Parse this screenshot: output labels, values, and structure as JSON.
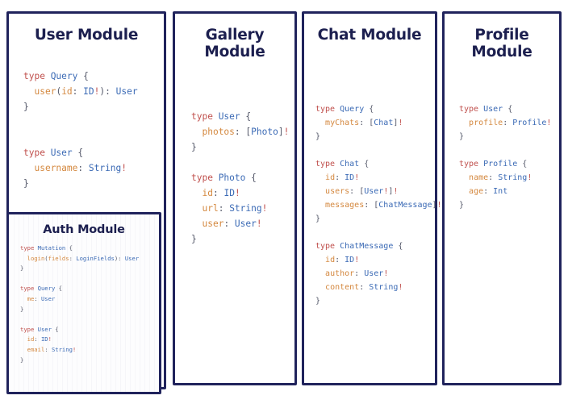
{
  "page": {
    "background": "#ffffff",
    "border_color": "#20235c",
    "title_color": "#1c1f4f",
    "token_colors": {
      "keyword": "#c0504d",
      "type_name": "#3b6ab5",
      "field_name": "#d4883f",
      "punctuation": "#55596a",
      "non_null": "#c0504d"
    }
  },
  "cards": {
    "user": {
      "title": "User Module",
      "lines": [
        [
          {
            "t": "type ",
            "c": "kw"
          },
          {
            "t": "Query",
            "c": "type"
          },
          {
            "t": " {",
            "c": "punc"
          }
        ],
        [
          {
            "t": "  ",
            "c": "punc"
          },
          {
            "t": "user",
            "c": "field"
          },
          {
            "t": "(",
            "c": "punc"
          },
          {
            "t": "id",
            "c": "field"
          },
          {
            "t": ": ",
            "c": "punc"
          },
          {
            "t": "ID",
            "c": "type"
          },
          {
            "t": "!",
            "c": "bang"
          },
          {
            "t": "): ",
            "c": "punc"
          },
          {
            "t": "User",
            "c": "type"
          }
        ],
        [
          {
            "t": "}",
            "c": "punc"
          }
        ],
        [
          {
            "t": "",
            "c": "punc"
          }
        ],
        [
          {
            "t": "",
            "c": "punc"
          }
        ],
        [
          {
            "t": "type ",
            "c": "kw"
          },
          {
            "t": "User",
            "c": "type"
          },
          {
            "t": " {",
            "c": "punc"
          }
        ],
        [
          {
            "t": "  ",
            "c": "punc"
          },
          {
            "t": "username",
            "c": "field"
          },
          {
            "t": ": ",
            "c": "punc"
          },
          {
            "t": "String",
            "c": "type"
          },
          {
            "t": "!",
            "c": "bang"
          }
        ],
        [
          {
            "t": "}",
            "c": "punc"
          }
        ]
      ]
    },
    "auth": {
      "title": "Auth Module",
      "lines": [
        [
          {
            "t": "type ",
            "c": "kw"
          },
          {
            "t": "Mutation",
            "c": "type"
          },
          {
            "t": " {",
            "c": "punc"
          }
        ],
        [
          {
            "t": "  ",
            "c": "punc"
          },
          {
            "t": "login",
            "c": "field"
          },
          {
            "t": "(",
            "c": "punc"
          },
          {
            "t": "fields",
            "c": "field"
          },
          {
            "t": ": ",
            "c": "punc"
          },
          {
            "t": "LoginFields",
            "c": "type"
          },
          {
            "t": "): ",
            "c": "punc"
          },
          {
            "t": "User",
            "c": "type"
          }
        ],
        [
          {
            "t": "}",
            "c": "punc"
          }
        ],
        [
          {
            "t": "",
            "c": "punc"
          }
        ],
        [
          {
            "t": "type ",
            "c": "kw"
          },
          {
            "t": "Query",
            "c": "type"
          },
          {
            "t": " {",
            "c": "punc"
          }
        ],
        [
          {
            "t": "  ",
            "c": "punc"
          },
          {
            "t": "me",
            "c": "field"
          },
          {
            "t": ": ",
            "c": "punc"
          },
          {
            "t": "User",
            "c": "type"
          }
        ],
        [
          {
            "t": "}",
            "c": "punc"
          }
        ],
        [
          {
            "t": "",
            "c": "punc"
          }
        ],
        [
          {
            "t": "type ",
            "c": "kw"
          },
          {
            "t": "User",
            "c": "type"
          },
          {
            "t": " {",
            "c": "punc"
          }
        ],
        [
          {
            "t": "  ",
            "c": "punc"
          },
          {
            "t": "id",
            "c": "field"
          },
          {
            "t": ": ",
            "c": "punc"
          },
          {
            "t": "ID",
            "c": "type"
          },
          {
            "t": "!",
            "c": "bang"
          }
        ],
        [
          {
            "t": "  ",
            "c": "punc"
          },
          {
            "t": "email",
            "c": "field"
          },
          {
            "t": ": ",
            "c": "punc"
          },
          {
            "t": "String",
            "c": "type"
          },
          {
            "t": "!",
            "c": "bang"
          }
        ],
        [
          {
            "t": "}",
            "c": "punc"
          }
        ]
      ]
    },
    "gallery": {
      "title": "Gallery Module",
      "lines": [
        [
          {
            "t": "type ",
            "c": "kw"
          },
          {
            "t": "User",
            "c": "type"
          },
          {
            "t": " {",
            "c": "punc"
          }
        ],
        [
          {
            "t": "  ",
            "c": "punc"
          },
          {
            "t": "photos",
            "c": "field"
          },
          {
            "t": ": [",
            "c": "punc"
          },
          {
            "t": "Photo",
            "c": "type"
          },
          {
            "t": "]",
            "c": "punc"
          },
          {
            "t": "!",
            "c": "bang"
          }
        ],
        [
          {
            "t": "}",
            "c": "punc"
          }
        ],
        [
          {
            "t": "",
            "c": "punc"
          }
        ],
        [
          {
            "t": "type ",
            "c": "kw"
          },
          {
            "t": "Photo",
            "c": "type"
          },
          {
            "t": " {",
            "c": "punc"
          }
        ],
        [
          {
            "t": "  ",
            "c": "punc"
          },
          {
            "t": "id",
            "c": "field"
          },
          {
            "t": ": ",
            "c": "punc"
          },
          {
            "t": "ID",
            "c": "type"
          },
          {
            "t": "!",
            "c": "bang"
          }
        ],
        [
          {
            "t": "  ",
            "c": "punc"
          },
          {
            "t": "url",
            "c": "field"
          },
          {
            "t": ": ",
            "c": "punc"
          },
          {
            "t": "String",
            "c": "type"
          },
          {
            "t": "!",
            "c": "bang"
          }
        ],
        [
          {
            "t": "  ",
            "c": "punc"
          },
          {
            "t": "user",
            "c": "field"
          },
          {
            "t": ": ",
            "c": "punc"
          },
          {
            "t": "User",
            "c": "type"
          },
          {
            "t": "!",
            "c": "bang"
          }
        ],
        [
          {
            "t": "}",
            "c": "punc"
          }
        ]
      ]
    },
    "chat": {
      "title": "Chat Module",
      "lines": [
        [
          {
            "t": "type ",
            "c": "kw"
          },
          {
            "t": "Query",
            "c": "type"
          },
          {
            "t": " {",
            "c": "punc"
          }
        ],
        [
          {
            "t": "  ",
            "c": "punc"
          },
          {
            "t": "myChats",
            "c": "field"
          },
          {
            "t": ": [",
            "c": "punc"
          },
          {
            "t": "Chat",
            "c": "type"
          },
          {
            "t": "]",
            "c": "punc"
          },
          {
            "t": "!",
            "c": "bang"
          }
        ],
        [
          {
            "t": "}",
            "c": "punc"
          }
        ],
        [
          {
            "t": "",
            "c": "punc"
          }
        ],
        [
          {
            "t": "type ",
            "c": "kw"
          },
          {
            "t": "Chat",
            "c": "type"
          },
          {
            "t": " {",
            "c": "punc"
          }
        ],
        [
          {
            "t": "  ",
            "c": "punc"
          },
          {
            "t": "id",
            "c": "field"
          },
          {
            "t": ": ",
            "c": "punc"
          },
          {
            "t": "ID",
            "c": "type"
          },
          {
            "t": "!",
            "c": "bang"
          }
        ],
        [
          {
            "t": "  ",
            "c": "punc"
          },
          {
            "t": "users",
            "c": "field"
          },
          {
            "t": ": [",
            "c": "punc"
          },
          {
            "t": "User",
            "c": "type"
          },
          {
            "t": "!",
            "c": "bang"
          },
          {
            "t": "]",
            "c": "punc"
          },
          {
            "t": "!",
            "c": "bang"
          }
        ],
        [
          {
            "t": "  ",
            "c": "punc"
          },
          {
            "t": "messages",
            "c": "field"
          },
          {
            "t": ": [",
            "c": "punc"
          },
          {
            "t": "ChatMessage",
            "c": "type"
          },
          {
            "t": "]",
            "c": "punc"
          },
          {
            "t": "!",
            "c": "bang"
          }
        ],
        [
          {
            "t": "}",
            "c": "punc"
          }
        ],
        [
          {
            "t": "",
            "c": "punc"
          }
        ],
        [
          {
            "t": "type ",
            "c": "kw"
          },
          {
            "t": "ChatMessage",
            "c": "type"
          },
          {
            "t": " {",
            "c": "punc"
          }
        ],
        [
          {
            "t": "  ",
            "c": "punc"
          },
          {
            "t": "id",
            "c": "field"
          },
          {
            "t": ": ",
            "c": "punc"
          },
          {
            "t": "ID",
            "c": "type"
          },
          {
            "t": "!",
            "c": "bang"
          }
        ],
        [
          {
            "t": "  ",
            "c": "punc"
          },
          {
            "t": "author",
            "c": "field"
          },
          {
            "t": ": ",
            "c": "punc"
          },
          {
            "t": "User",
            "c": "type"
          },
          {
            "t": "!",
            "c": "bang"
          }
        ],
        [
          {
            "t": "  ",
            "c": "punc"
          },
          {
            "t": "content",
            "c": "field"
          },
          {
            "t": ": ",
            "c": "punc"
          },
          {
            "t": "String",
            "c": "type"
          },
          {
            "t": "!",
            "c": "bang"
          }
        ],
        [
          {
            "t": "}",
            "c": "punc"
          }
        ]
      ]
    },
    "profile": {
      "title": "Profile Module",
      "lines": [
        [
          {
            "t": "type ",
            "c": "kw"
          },
          {
            "t": "User",
            "c": "type"
          },
          {
            "t": " {",
            "c": "punc"
          }
        ],
        [
          {
            "t": "  ",
            "c": "punc"
          },
          {
            "t": "profile",
            "c": "field"
          },
          {
            "t": ": ",
            "c": "punc"
          },
          {
            "t": "Profile",
            "c": "type"
          },
          {
            "t": "!",
            "c": "bang"
          }
        ],
        [
          {
            "t": "}",
            "c": "punc"
          }
        ],
        [
          {
            "t": "",
            "c": "punc"
          }
        ],
        [
          {
            "t": "type ",
            "c": "kw"
          },
          {
            "t": "Profile",
            "c": "type"
          },
          {
            "t": " {",
            "c": "punc"
          }
        ],
        [
          {
            "t": "  ",
            "c": "punc"
          },
          {
            "t": "name",
            "c": "field"
          },
          {
            "t": ": ",
            "c": "punc"
          },
          {
            "t": "String",
            "c": "type"
          },
          {
            "t": "!",
            "c": "bang"
          }
        ],
        [
          {
            "t": "  ",
            "c": "punc"
          },
          {
            "t": "age",
            "c": "field"
          },
          {
            "t": ": ",
            "c": "punc"
          },
          {
            "t": "Int",
            "c": "type"
          }
        ],
        [
          {
            "t": "}",
            "c": "punc"
          }
        ]
      ]
    }
  }
}
